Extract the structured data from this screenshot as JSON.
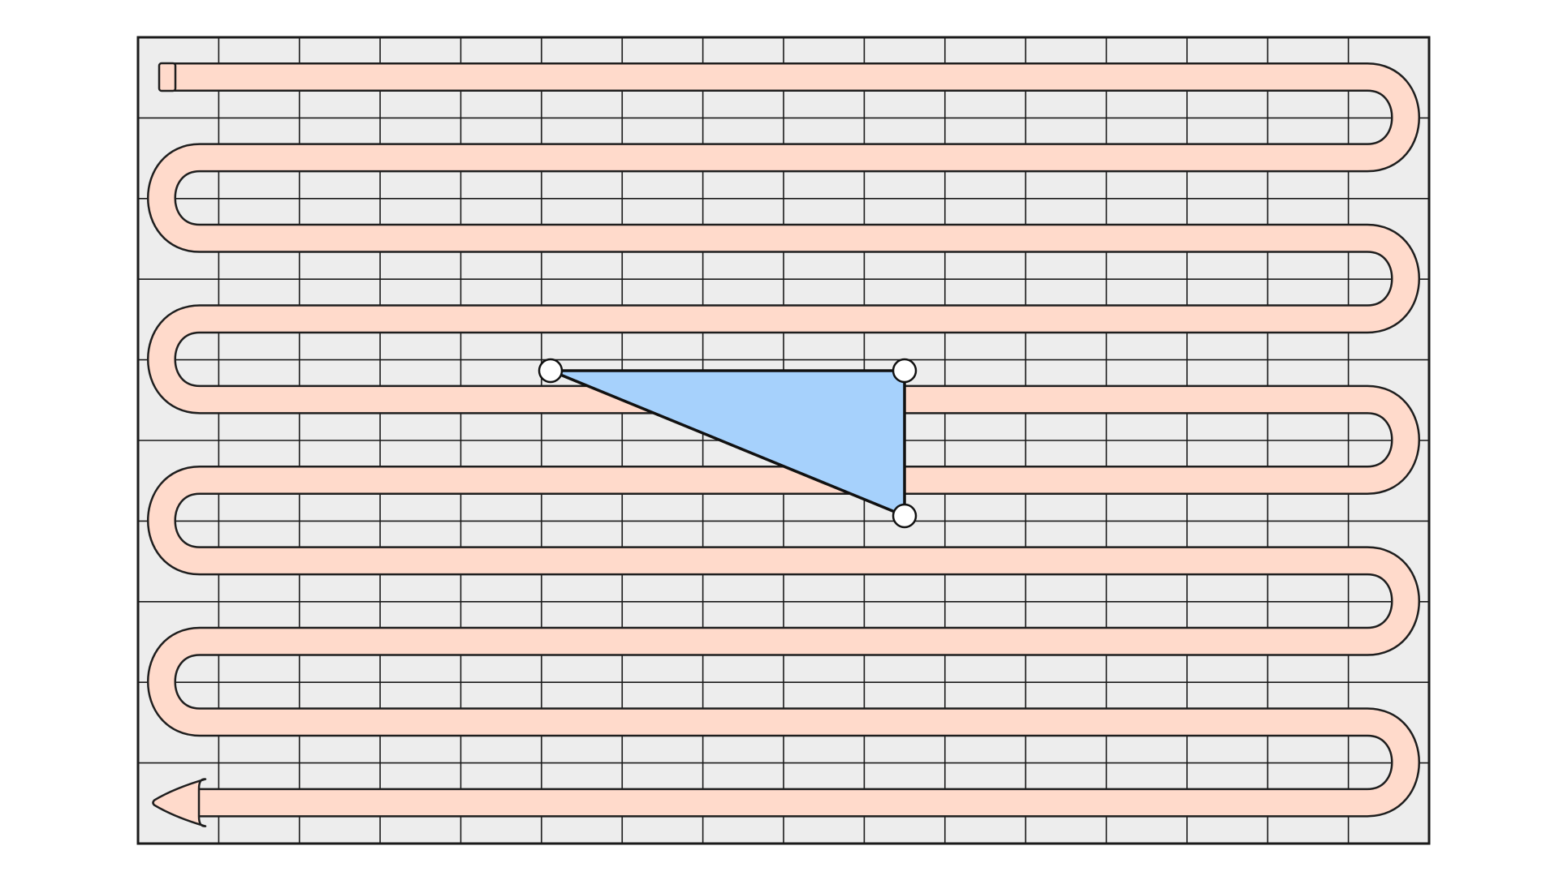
{
  "board": {
    "columns": 16,
    "rows": 10,
    "background_color": "#ededed",
    "line_color": "#1a1a1a"
  },
  "path": {
    "fill_color": "#ffdacb",
    "outline_color": "#1e1e1e",
    "passes": 10,
    "pattern": "serpentine",
    "start": "top-left",
    "end": "bottom-left",
    "end_marker": "arrow-left"
  },
  "shape": {
    "type": "right-triangle",
    "fill_color": "#a6d1fc",
    "outline_color": "#111111",
    "vertex_handles": 3
  }
}
